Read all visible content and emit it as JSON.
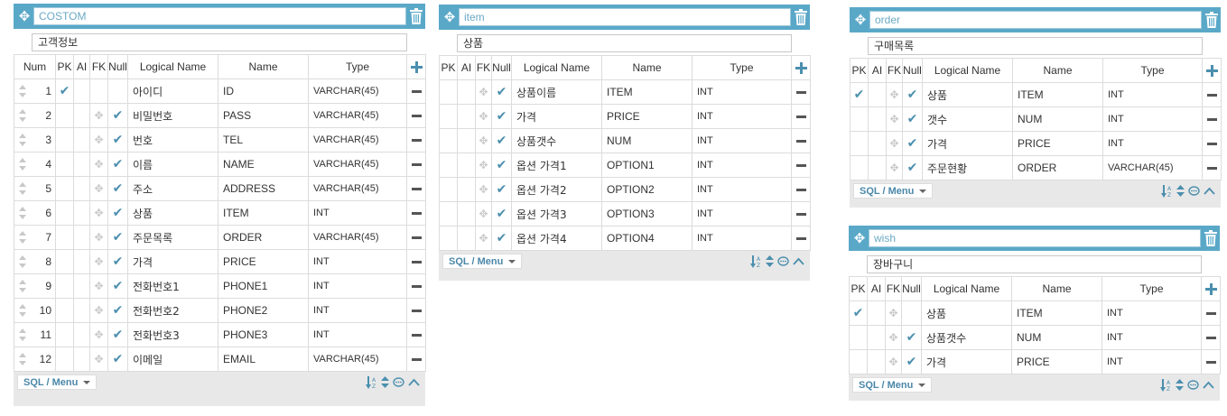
{
  "colors": {
    "header": "#5aa8c8",
    "accent": "#4b8fae"
  },
  "icons": {
    "move": "move-icon",
    "trash": "trash-icon",
    "add": "plus-icon",
    "remove": "minus-icon"
  },
  "tables": {
    "costom": {
      "name": "COSTOM",
      "comment": "고객정보",
      "headers": {
        "num": "Num",
        "pk": "PK",
        "ai": "AI",
        "fk": "FK",
        "nul": "Null",
        "logical": "Logical Name",
        "name": "Name",
        "type": "Type"
      },
      "rows": [
        {
          "num": "1",
          "logical": "아이디",
          "name": "ID",
          "type": "VARCHAR(45)"
        },
        {
          "num": "2",
          "logical": "비밀번호",
          "name": "PASS",
          "type": "VARCHAR(45)"
        },
        {
          "num": "3",
          "logical": "번호",
          "name": "TEL",
          "type": "VARCHAR(45)"
        },
        {
          "num": "4",
          "logical": "이름",
          "name": "NAME",
          "type": "VARCHAR(45)"
        },
        {
          "num": "5",
          "logical": "주소",
          "name": "ADDRESS",
          "type": "VARCHAR(45)"
        },
        {
          "num": "6",
          "logical": "상품",
          "name": "ITEM",
          "type": "INT"
        },
        {
          "num": "7",
          "logical": "주문목록",
          "name": "ORDER",
          "type": "VARCHAR(45)"
        },
        {
          "num": "8",
          "logical": "가격",
          "name": "PRICE",
          "type": "INT"
        },
        {
          "num": "9",
          "logical": "전화번호1",
          "name": "PHONE1",
          "type": "INT"
        },
        {
          "num": "10",
          "logical": "전화번호2",
          "name": "PHONE2",
          "type": "INT"
        },
        {
          "num": "11",
          "logical": "전화번호3",
          "name": "PHONE3",
          "type": "INT"
        },
        {
          "num": "12",
          "logical": "이메일",
          "name": "EMAIL",
          "type": "VARCHAR(45)"
        }
      ],
      "sql_menu": "SQL / Menu"
    },
    "item": {
      "name": "item",
      "comment": "상품",
      "headers": {
        "pk": "PK",
        "ai": "AI",
        "fk": "FK",
        "nul": "Null",
        "logical": "Logical Name",
        "name": "Name",
        "type": "Type"
      },
      "rows": [
        {
          "logical": "상품이름",
          "name": "ITEM",
          "type": "INT"
        },
        {
          "logical": "가격",
          "name": "PRICE",
          "type": "INT"
        },
        {
          "logical": "상품갯수",
          "name": "NUM",
          "type": "INT"
        },
        {
          "logical": "옵션 가격1",
          "name": "OPTION1",
          "type": "INT"
        },
        {
          "logical": "옵션 가격2",
          "name": "OPTION2",
          "type": "INT"
        },
        {
          "logical": "옵션 가격3",
          "name": "OPTION3",
          "type": "INT"
        },
        {
          "logical": "옵션 가격4",
          "name": "OPTION4",
          "type": "INT"
        }
      ],
      "sql_menu": "SQL / Menu"
    },
    "order": {
      "name": "order",
      "comment": "구매목록",
      "headers": {
        "pk": "PK",
        "ai": "AI",
        "fk": "FK",
        "nul": "Null",
        "logical": "Logical Name",
        "name": "Name",
        "type": "Type"
      },
      "rows": [
        {
          "logical": "상품",
          "name": "ITEM",
          "type": "INT"
        },
        {
          "logical": "갯수",
          "name": "NUM",
          "type": "INT"
        },
        {
          "logical": "가격",
          "name": "PRICE",
          "type": "INT"
        },
        {
          "logical": "주문현황",
          "name": "ORDER",
          "type": "VARCHAR(45)"
        }
      ],
      "sql_menu": "SQL / Menu"
    },
    "wish": {
      "name": "wish",
      "comment": "장바구니",
      "headers": {
        "pk": "PK",
        "ai": "AI",
        "fk": "FK",
        "nul": "Null",
        "logical": "Logical Name",
        "name": "Name",
        "type": "Type"
      },
      "rows": [
        {
          "logical": "상품",
          "name": "ITEM",
          "type": "INT"
        },
        {
          "logical": "상품갯수",
          "name": "NUM",
          "type": "INT"
        },
        {
          "logical": "가격",
          "name": "PRICE",
          "type": "INT"
        }
      ],
      "sql_menu": "SQL / Menu"
    }
  }
}
